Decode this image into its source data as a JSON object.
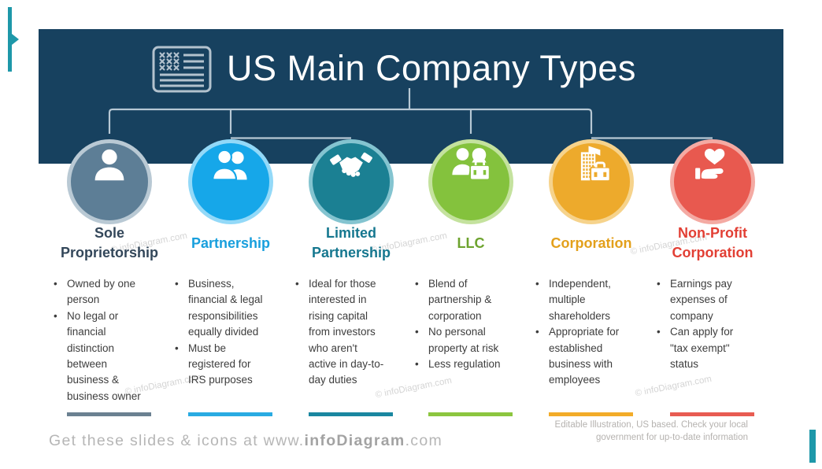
{
  "accent_color": "#1e98a9",
  "header": {
    "title": "US Main Company Types",
    "band_color": "#17415f"
  },
  "types": [
    {
      "label": "Sole\nProprietorship",
      "icon": "person-icon",
      "circle_color": "#5d7e96",
      "ring_color": "#b9c9d4",
      "label_color": "#33475a",
      "bar_color": "#6b8191",
      "bullets": [
        "Owned by one\nperson",
        "No legal or\nfinancial\ndistinction\nbetween\nbusiness &\nbusiness owner"
      ]
    },
    {
      "label": "Partnership",
      "icon": "partnership-icon",
      "circle_color": "#16a7e9",
      "ring_color": "#93d9f8",
      "label_color": "#189fdd",
      "bar_color": "#29abe2",
      "bullets": [
        "Business,\nfinancial & legal\nresponsibilities\nequally divided",
        "Must be\nregistered for\nIRS purposes"
      ]
    },
    {
      "label": "Limited\nPartnership",
      "icon": "handshake-icon",
      "circle_color": "#1b8093",
      "ring_color": "#84c4d0",
      "label_color": "#15778f",
      "bar_color": "#1a87a0",
      "bullets": [
        "Ideal for those\ninterested in\nrising capital\nfrom investors\nwho aren't\nactive in day-to-\nday duties"
      ]
    },
    {
      "label": "LLC",
      "icon": "person-briefcase-icon",
      "circle_color": "#84c23d",
      "ring_color": "#c4e29e",
      "label_color": "#6da32e",
      "bar_color": "#8cc63f",
      "bullets": [
        "Blend of\npartnership &\ncorporation",
        "No personal\nproperty at risk",
        "Less regulation"
      ]
    },
    {
      "label": "Corporation",
      "icon": "building-briefcase-icon",
      "circle_color": "#edaa2c",
      "ring_color": "#f6d38c",
      "label_color": "#e3a01b",
      "bar_color": "#f3ac28",
      "bullets": [
        "Independent,\nmultiple\nshareholders",
        "Appropriate for\nestablished\nbusiness with\nemployees"
      ]
    },
    {
      "label": "Non-Profit\nCorporation",
      "icon": "hand-heart-icon",
      "circle_color": "#e8594f",
      "ring_color": "#f4aaa3",
      "label_color": "#e23f34",
      "bar_color": "#e85c52",
      "bullets": [
        "Earnings pay\nexpenses of\ncompany",
        "Can apply for\n\"tax exempt\"\nstatus"
      ]
    }
  ],
  "watermark": "© infoDiagram.com",
  "footer": {
    "promo_prefix": "Get these slides & icons at www.",
    "promo_bold": "infoDiagram",
    "promo_suffix": ".com",
    "disclaimer": "Editable Illustration, US based. Check your local\ngovernment for up-to-date information"
  }
}
